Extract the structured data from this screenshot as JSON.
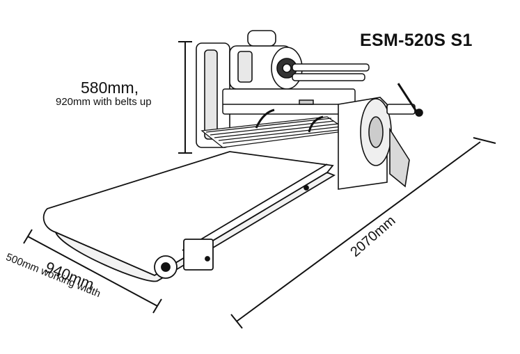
{
  "title": "ESM-520S S1",
  "dimensions": {
    "height_main": "580mm,",
    "height_sub": "920mm with belts up",
    "width_main": "940mm",
    "width_sub": "500mm working width",
    "length_main": "2070mm"
  },
  "colors": {
    "line": "#111111",
    "background": "#ffffff",
    "shade": "#d9d9d9"
  }
}
